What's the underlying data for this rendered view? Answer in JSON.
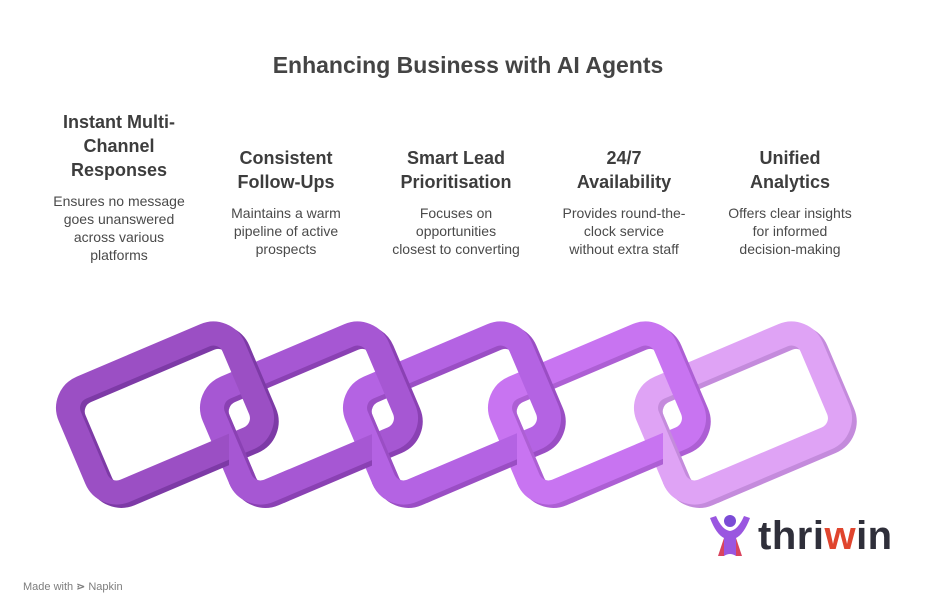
{
  "title": "Enhancing Business with AI Agents",
  "steps": [
    {
      "heading": "Instant Multi-Channel Responses",
      "heading_lines": [
        "Instant Multi-",
        "Channel",
        "Responses"
      ],
      "description_lines": [
        "Ensures no message",
        "goes unanswered",
        "across various",
        "platforms"
      ]
    },
    {
      "heading": "Consistent Follow-Ups",
      "heading_lines": [
        "Consistent",
        "Follow-Ups"
      ],
      "description_lines": [
        "Maintains a warm",
        "pipeline of active",
        "prospects"
      ]
    },
    {
      "heading": "Smart Lead Prioritisation",
      "heading_lines": [
        "Smart Lead",
        "Prioritisation"
      ],
      "description_lines": [
        "Focuses on",
        "opportunities",
        "closest to converting"
      ]
    },
    {
      "heading": "24/7 Availability",
      "heading_lines": [
        "24/7",
        "Availability"
      ],
      "description_lines": [
        "Provides round-the-",
        "clock service",
        "without extra staff"
      ]
    },
    {
      "heading": "Unified Analytics",
      "heading_lines": [
        "Unified",
        "Analytics"
      ],
      "description_lines": [
        "Offers clear insights",
        "for informed",
        "decision-making"
      ]
    }
  ],
  "chain": {
    "link_colors": [
      "#9b4fc4",
      "#a657d3",
      "#b463e3",
      "#c874f1",
      "#dfa3f5"
    ],
    "shadow_colors": [
      "#7d3aa6",
      "#8a41b3",
      "#9a4ec4",
      "#ad5fd4",
      "#c48bdc"
    ]
  },
  "logo": {
    "text_main": "thri",
    "text_accent": "w",
    "text_end": "in",
    "icon": "person-raising-hands-icon"
  },
  "footer": {
    "prefix": "Made with",
    "icon": "napkin-icon",
    "brand": "Napkin"
  }
}
